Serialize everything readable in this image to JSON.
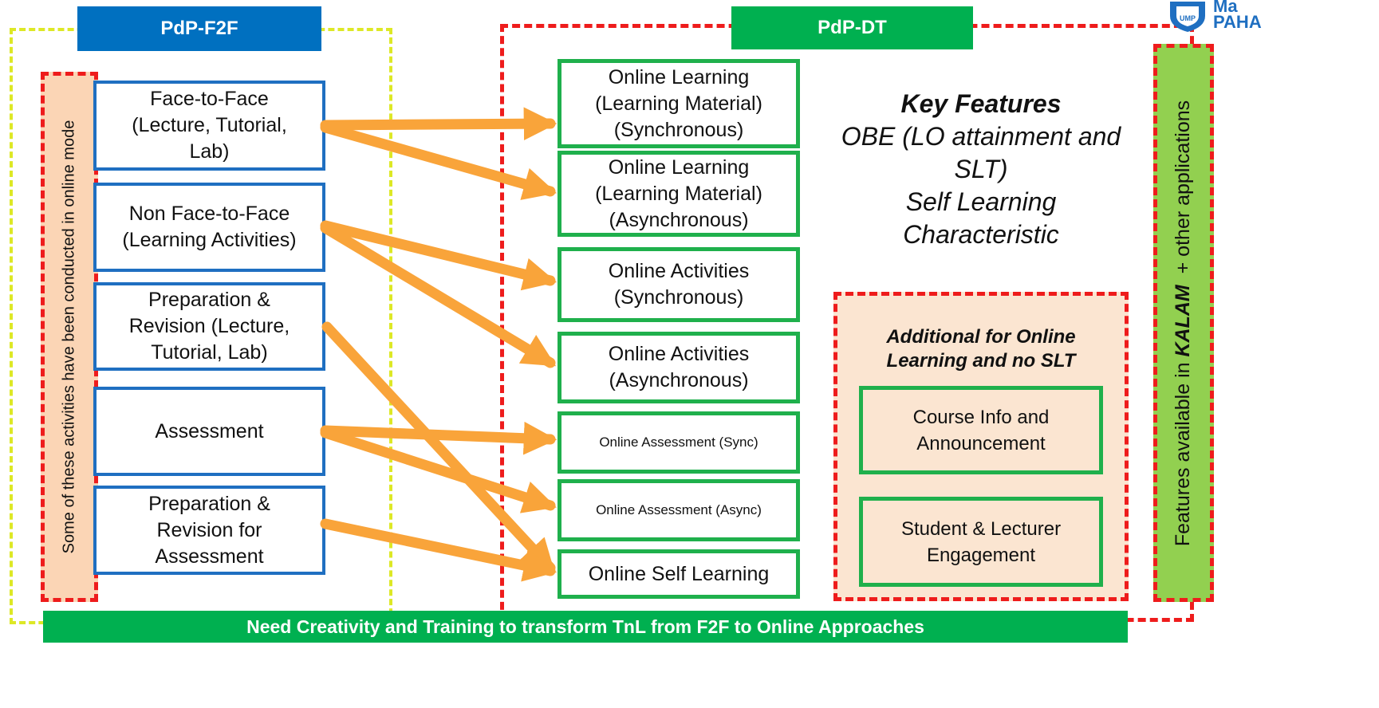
{
  "left_panel": {
    "header": "PdP-F2F",
    "side_note": "Some of these activities have been conducted in online mode",
    "boxes": [
      [
        "Face-to-Face",
        "(Lecture, Tutorial,",
        "Lab)"
      ],
      [
        "Non Face-to-Face",
        "(Learning Activities)"
      ],
      [
        "Preparation &",
        "Revision (Lecture,",
        "Tutorial, Lab)"
      ],
      [
        "Assessment"
      ],
      [
        "Preparation &",
        "Revision for",
        "Assessment"
      ]
    ]
  },
  "right_panel": {
    "header": "PdP-DT",
    "boxes": [
      [
        "Online Learning",
        "(Learning Material)",
        "(Synchronous)"
      ],
      [
        "Online Learning",
        "(Learning Material)",
        "(Asynchronous)"
      ],
      [
        "Online Activities",
        "(Synchronous)"
      ],
      [
        "Online Activities",
        "(Asynchronous)"
      ],
      [
        "Online Assessment (Sync)"
      ],
      [
        "Online Assessment (Async)"
      ],
      [
        "Online Self Learning"
      ]
    ],
    "key_features": {
      "title": "Key Features",
      "lines": [
        "OBE (LO attainment and",
        "SLT)",
        "Self Learning",
        "Characteristic"
      ]
    },
    "additional": {
      "title_lines": [
        "Additional for Online",
        "Learning and no SLT"
      ],
      "boxes": [
        [
          "Course Info and",
          "Announcement"
        ],
        [
          "Student & Lecturer",
          "Engagement"
        ]
      ]
    },
    "kalam_note": {
      "before": "Features available in ",
      "emphasis": "KALAM",
      "after": "  + other applications"
    }
  },
  "bottom_banner": "Need Creativity and Training to transform TnL from F2F to Online Approaches",
  "logo": {
    "text_lines": [
      "Ma",
      "PAHA"
    ],
    "badge": "UMP"
  },
  "colors": {
    "blue": "#0070c0",
    "green": "#00b050",
    "arrow": "#f9a43a",
    "peach": "#fbe5d1",
    "lime": "#92d050",
    "red_dash": "#ee1c1c",
    "yellow_dash": "#dde826"
  }
}
